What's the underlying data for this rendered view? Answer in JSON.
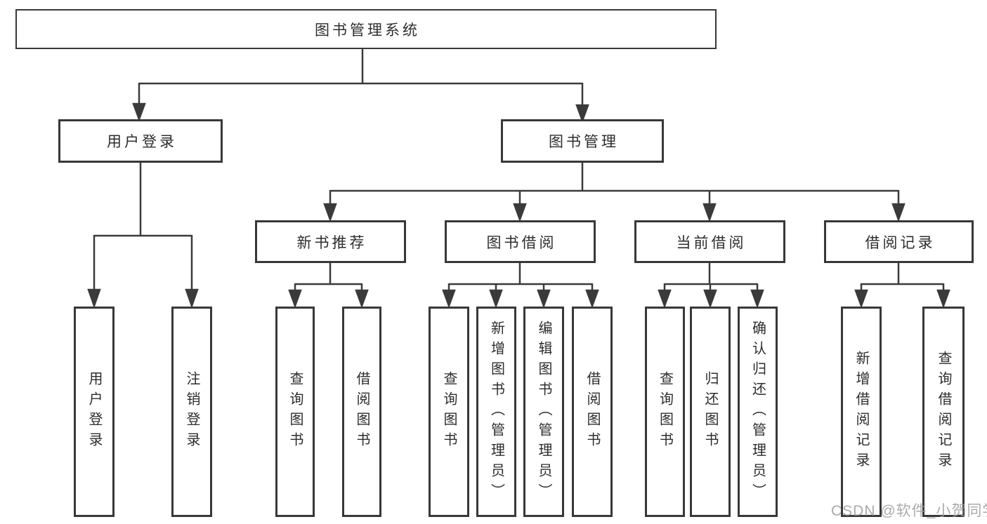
{
  "diagram": {
    "type": "hierarchy-tree",
    "root": {
      "label": "图书管理系统",
      "children": [
        {
          "label": "用户登录",
          "children": [
            {
              "label": "用户登录"
            },
            {
              "label": "注销登录"
            }
          ]
        },
        {
          "label": "图书管理",
          "children": [
            {
              "label": "新书推荐",
              "children": [
                {
                  "label": "查询图书"
                },
                {
                  "label": "借阅图书"
                }
              ]
            },
            {
              "label": "图书借阅",
              "children": [
                {
                  "label": "查询图书"
                },
                {
                  "label": "新增图书（管理员）"
                },
                {
                  "label": "编辑图书（管理员）"
                },
                {
                  "label": "借阅图书"
                }
              ]
            },
            {
              "label": "当前借阅",
              "children": [
                {
                  "label": "查询图书"
                },
                {
                  "label": "归还图书"
                },
                {
                  "label": "确认归还（管理员）"
                }
              ]
            },
            {
              "label": "借阅记录",
              "children": [
                {
                  "label": "新增借阅记录"
                },
                {
                  "label": "查询借阅记录"
                }
              ]
            }
          ]
        }
      ]
    }
  },
  "colors": {
    "line": "#3a3a3a",
    "box_border": "#383838",
    "text": "#2d2d2d",
    "background": "#ffffff",
    "watermark": "#9c9c9c"
  },
  "watermark": {
    "text": "CSDN @软件_小贺同学"
  }
}
